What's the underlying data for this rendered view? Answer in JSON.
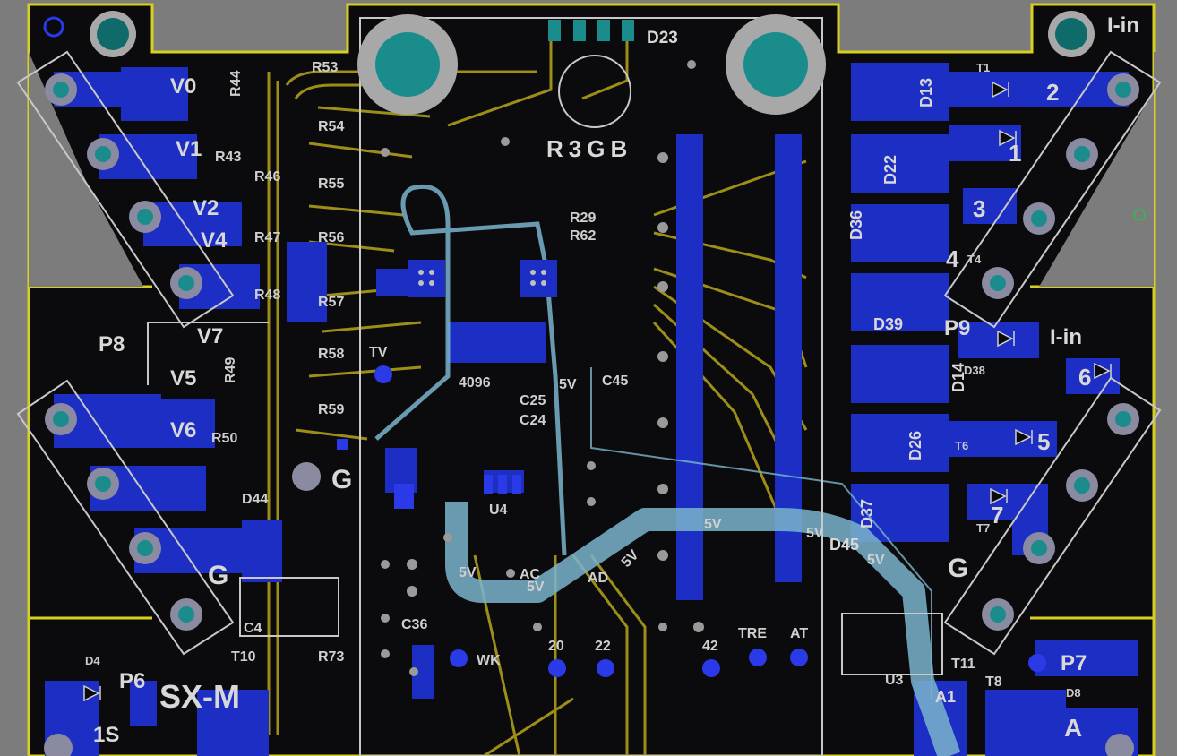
{
  "colors": {
    "background": "#7c7c7c",
    "board": "#0b0b0d",
    "outline": "#d8d020",
    "copper": "#1c2ec4",
    "track_top": "#9c8e18",
    "silk": "#cfcfcf",
    "pad_teal": "#1a8c8c",
    "hl_trace": "#7ab4cc"
  },
  "labels": {
    "d23": "D23",
    "r3gb": "R3GB",
    "lin_top": "I-in",
    "lin_mid": "I-in",
    "v0": "V0",
    "v1": "V1",
    "v2": "V2",
    "v4": "V4",
    "v7": "V7",
    "v5": "V5",
    "v6": "V6",
    "p8": "P8",
    "p6": "P6",
    "p7": "P7",
    "p9": "P9",
    "sxm": "SX-M",
    "s1": "1S",
    "g_left": "G",
    "g_mid": "G",
    "g_right": "G",
    "a": "A",
    "a1": "A1",
    "n2": "2",
    "n1": "1",
    "n3": "3",
    "n4": "4",
    "n5": "5",
    "n6": "6",
    "n7": "7",
    "d13": "D13",
    "d22": "D22",
    "d36": "D36",
    "d39": "D39",
    "d14": "D14",
    "d26": "D26",
    "d37": "D37",
    "d45": "D45",
    "d38": "D38",
    "d8": "D8",
    "d4": "D4",
    "d44": "D44",
    "r53": "R53",
    "r54": "R54",
    "r55": "R55",
    "r56": "R56",
    "r57": "R57",
    "r58": "R58",
    "r59": "R59",
    "r44": "R44",
    "r43": "R43",
    "r46": "R46",
    "r47": "R47",
    "r48": "R48",
    "r49": "R49",
    "r50": "R50",
    "r73": "R73",
    "t10": "T10",
    "t11": "T11",
    "t8": "T8",
    "t1": "T1",
    "t6": "T6",
    "t7": "T7",
    "t4": "T4",
    "c4": "C4",
    "c36": "C36",
    "c25": "C25",
    "c24": "C24",
    "c45": "C45",
    "u4": "U4",
    "u3": "U3",
    "tre": "TRE",
    "at": "AT",
    "wk": "WK",
    "n20": "20",
    "n22": "22",
    "n42": "42",
    "tv": "TV",
    "sv": "5V",
    "fivev_a": "5V",
    "fivev_b": "5V",
    "fivev_c": "5V",
    "fivev_d": "5V",
    "fivev_e": "5V",
    "fivev_f": "5V",
    "ac": "AC",
    "ad": "AD",
    "n4096": "4096",
    "r29": "R29",
    "r62": "R62",
    "r73b": "R73"
  }
}
